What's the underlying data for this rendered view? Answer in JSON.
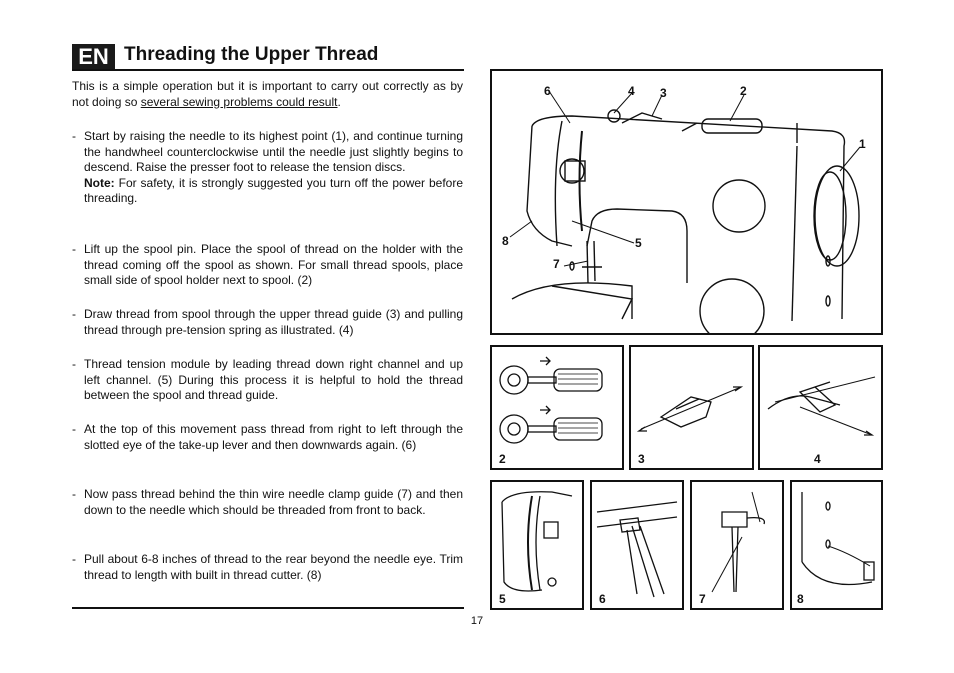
{
  "header": {
    "lang": "EN",
    "title": "Threading the Upper Thread"
  },
  "intro": {
    "text": "This is a simple operation but it is important to carry out correctly as by not doing so ",
    "underlined": "several sewing problems could result",
    "end": "."
  },
  "steps": [
    {
      "text": "Start by raising the needle to its highest point (1), and continue turning the handwheel counterclockwise until the needle just slightly begins to descend. Raise the presser foot to release the tension discs.",
      "note_label": "Note:",
      "note_text": " For safety, it is strongly suggested you turn off the power before threading."
    },
    {
      "text": "Lift up the spool pin. Place the spool of thread on the holder with the thread coming off the spool as shown. For small thread spools, place small side of spool holder next to spool. (2)"
    },
    {
      "text": "Draw thread from spool through the upper thread guide (3) and pulling thread through pre-tension spring as illustrated. (4)"
    },
    {
      "text": "Thread tension module by leading thread down right channel and up left channel. (5) During this process it is helpful to hold the thread between the spool and thread guide."
    },
    {
      "text": "At the top of this movement pass thread from right to left through the slotted eye of the take-up lever and then downwards again. (6)"
    },
    {
      "text": "Now pass thread behind the thin wire needle clamp guide (7) and then down to the needle which should be threaded from front to back."
    },
    {
      "text": "Pull about 6-8 inches of thread to the rear beyond the needle eye. Trim thread to length with built in thread cutter. (8)"
    }
  ],
  "main_figure": {
    "labels": [
      "6",
      "4",
      "3",
      "2",
      "1",
      "8",
      "5",
      "7"
    ]
  },
  "panels": [
    "2",
    "3",
    "4",
    "5",
    "6",
    "7",
    "8"
  ],
  "page_number": "17"
}
